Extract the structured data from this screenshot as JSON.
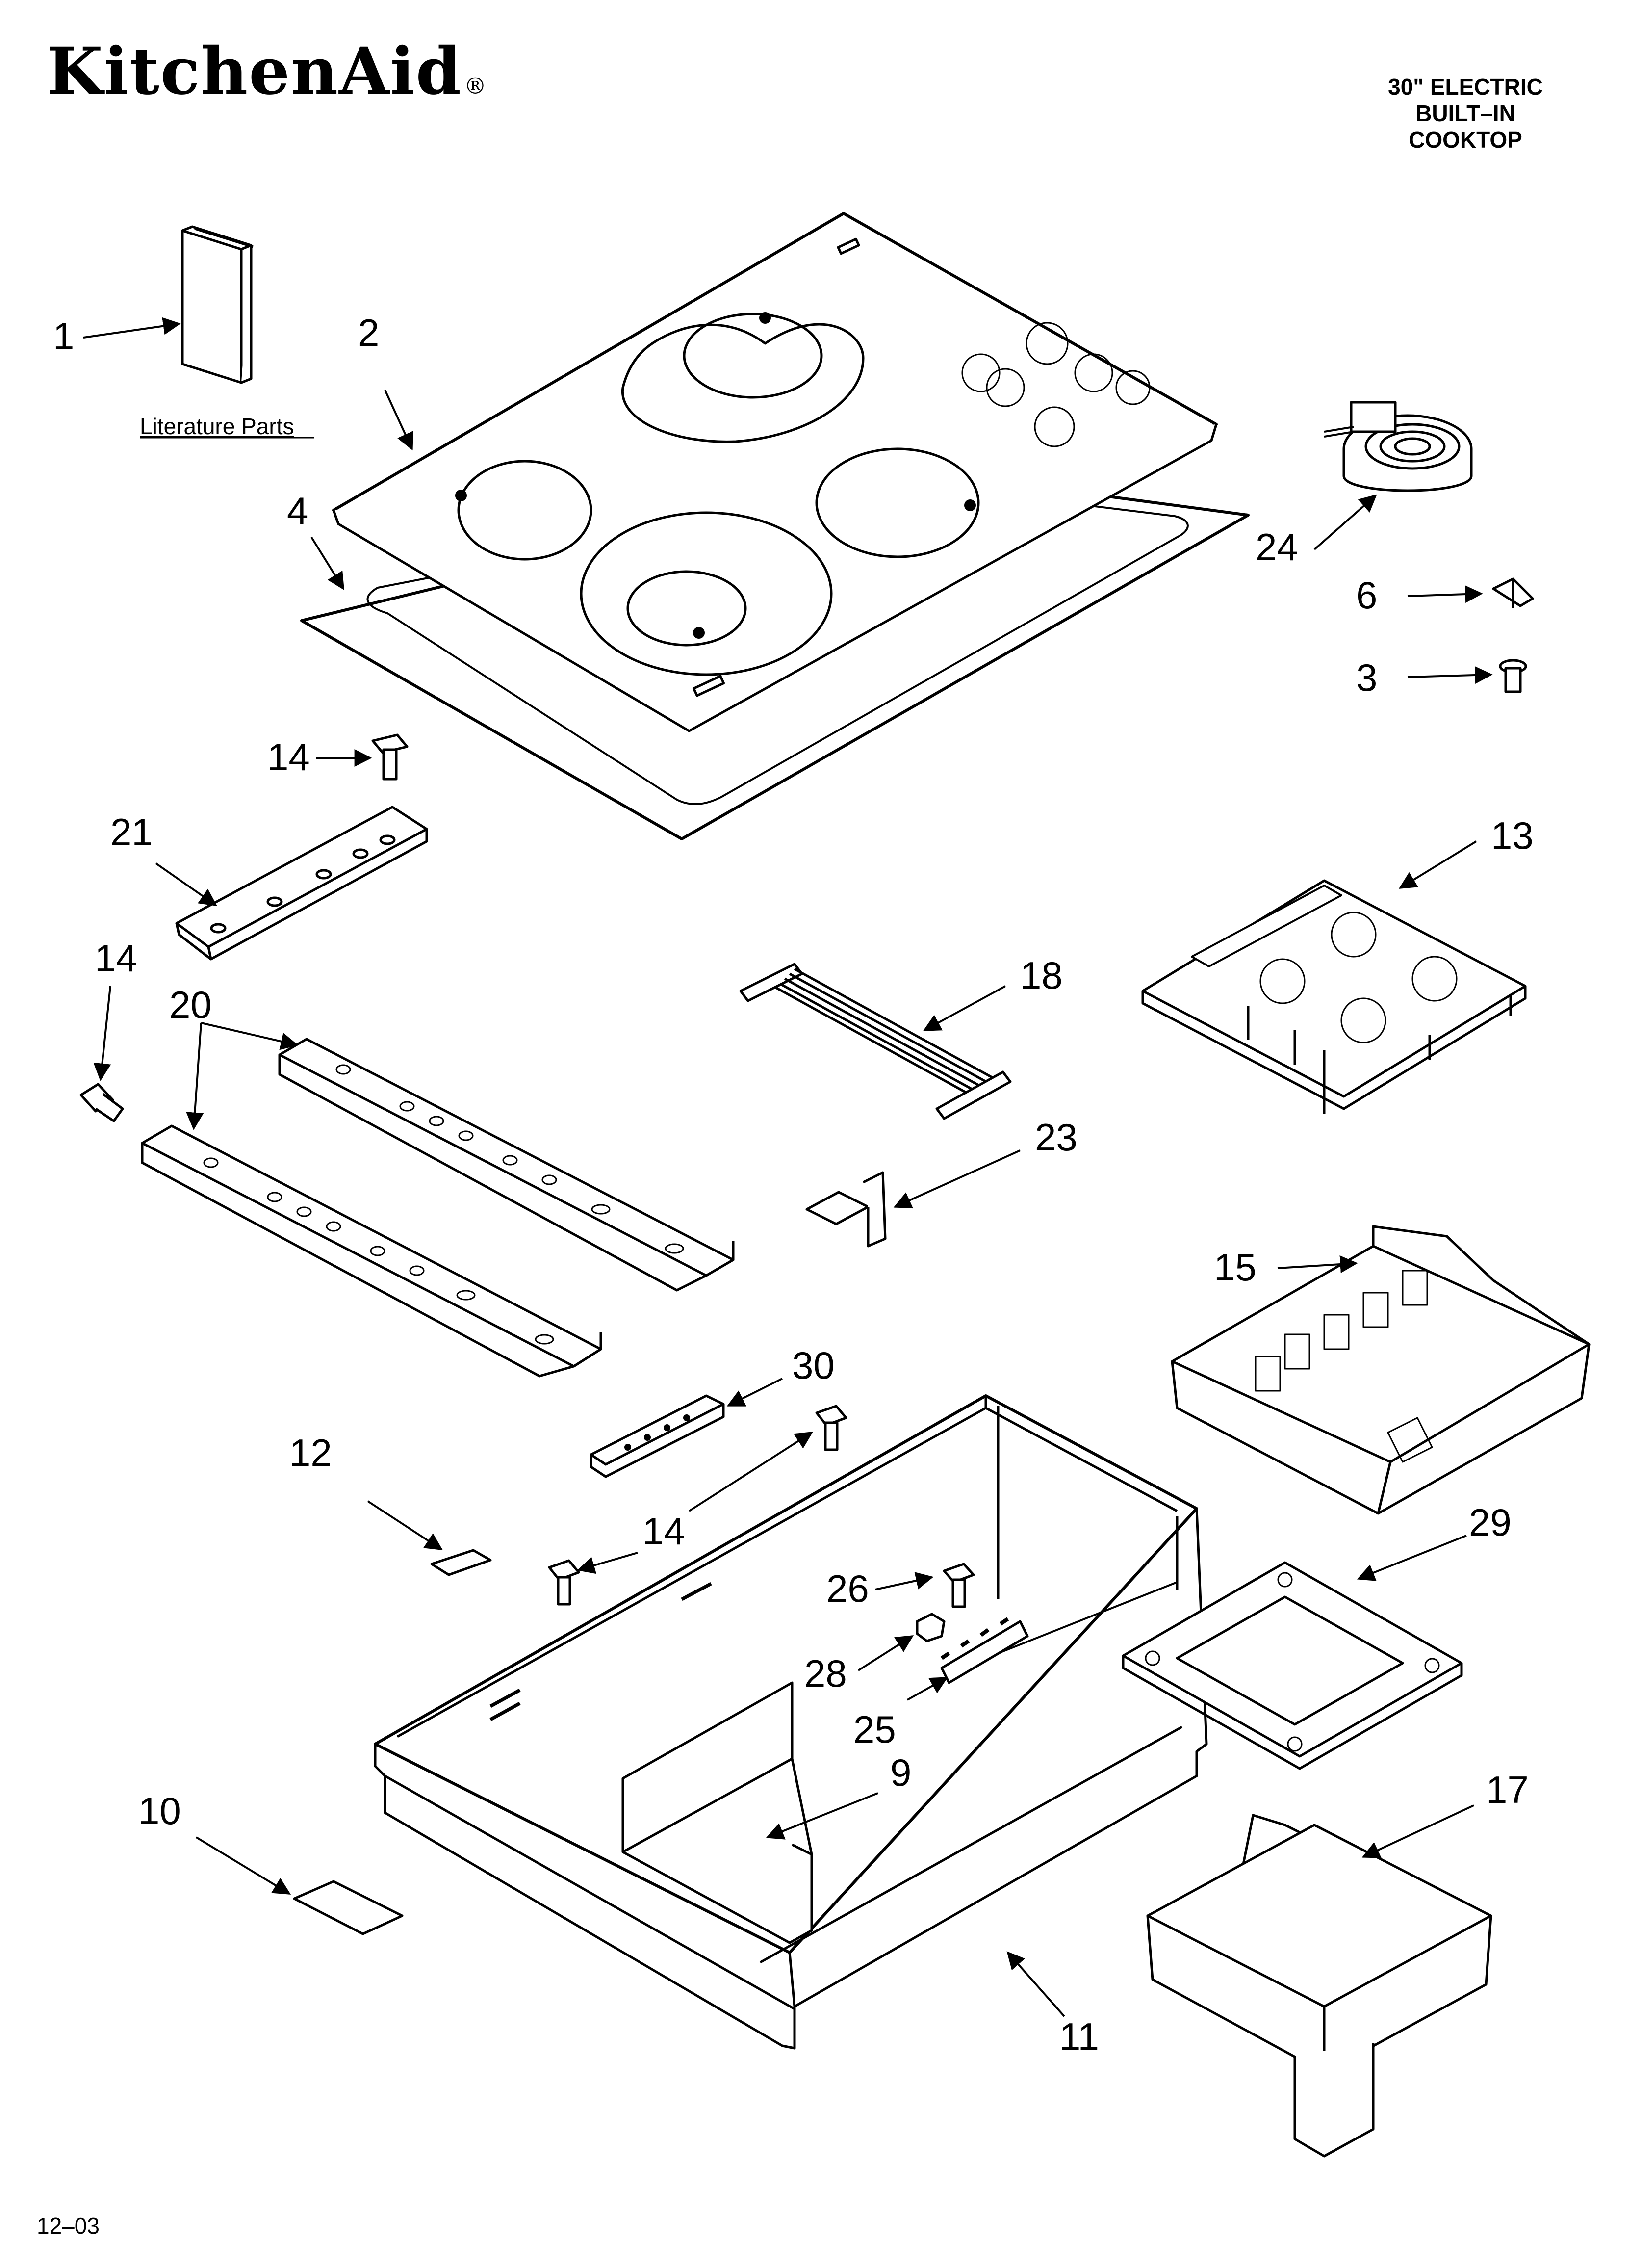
{
  "brand": "KitchenAid",
  "brand_mark": "®",
  "title_lines": [
    "30\" ELECTRIC",
    "BUILT–IN",
    "COOKTOP"
  ],
  "literature_label": "Literature Parts",
  "footer_code": "12–03",
  "callouts": {
    "c1": "1",
    "c2": "2",
    "c4": "4",
    "c24": "24",
    "c6": "6",
    "c3": "3",
    "c14a": "14",
    "c21": "21",
    "c13": "13",
    "c14b": "14",
    "c20": "20",
    "c18": "18",
    "c23": "23",
    "c15": "15",
    "c30": "30",
    "c12": "12",
    "c14c": "14",
    "c29": "29",
    "c26": "26",
    "c28": "28",
    "c25": "25",
    "c9": "9",
    "c10": "10",
    "c17": "17",
    "c11": "11"
  }
}
